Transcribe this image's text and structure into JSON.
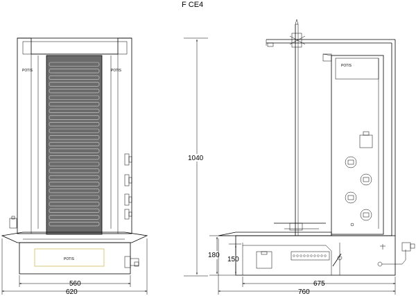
{
  "title": "F  CE4",
  "brand": "POTIS",
  "dimensions": {
    "front_inner_width": "560",
    "front_outer_width": "620",
    "height": "1040",
    "base_height": "180",
    "base_step": "150",
    "side_depth": "675",
    "side_total": "760"
  }
}
